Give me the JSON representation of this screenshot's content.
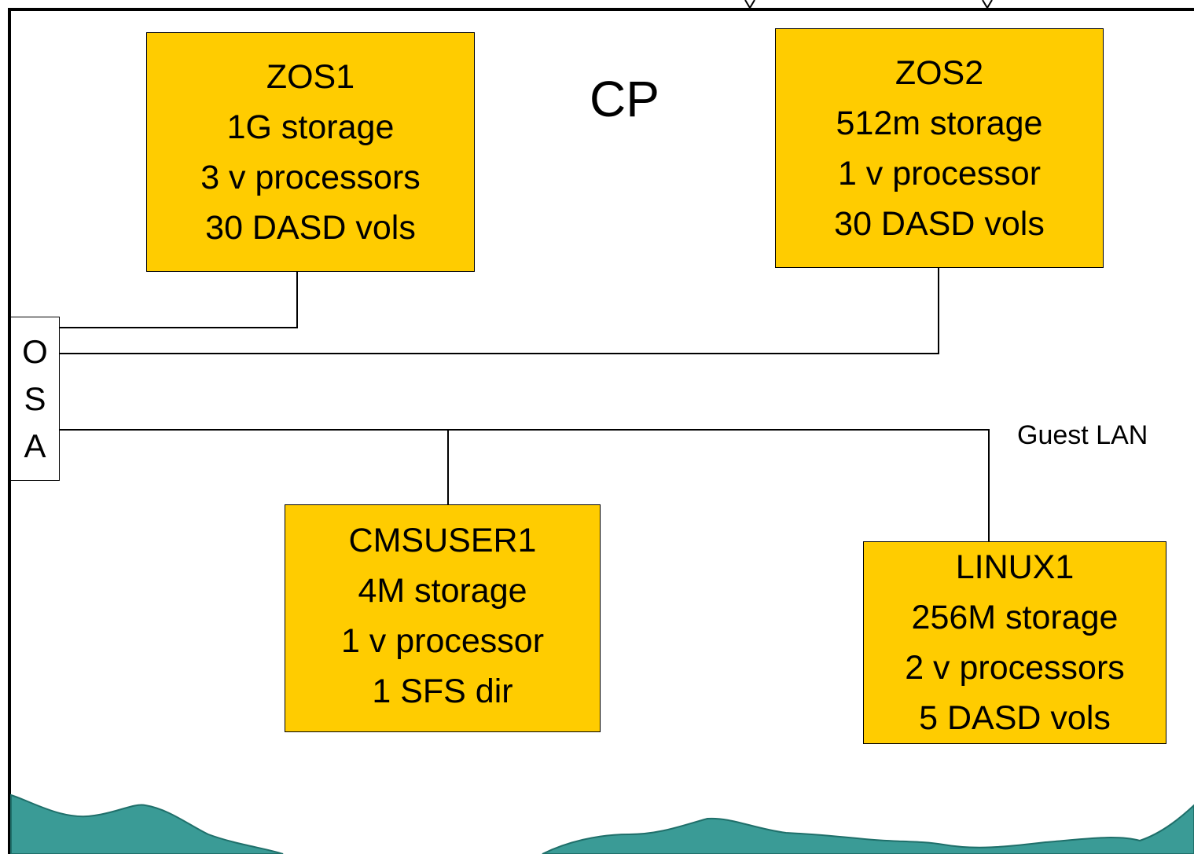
{
  "cp_label": "CP",
  "lan_label": "Guest LAN",
  "osa": [
    "O",
    "S",
    "A"
  ],
  "vms": {
    "zos1": {
      "lines": [
        "ZOS1",
        "1G storage",
        "3 v processors",
        "30 DASD vols"
      ]
    },
    "zos2": {
      "lines": [
        "ZOS2",
        "512m storage",
        "1 v processor",
        "30 DASD vols"
      ]
    },
    "cmsuser1": {
      "lines": [
        "CMSUSER1",
        "4M storage",
        "1 v processor",
        "1 SFS dir"
      ]
    },
    "linux1": {
      "lines": [
        "LINUX1",
        "256M storage",
        "2 v processors",
        "5 DASD vols"
      ]
    }
  },
  "colors": {
    "vm_fill": "#ffcc00",
    "hills": "#3a9b96",
    "lines": "#000000",
    "background": "#ffffff"
  }
}
